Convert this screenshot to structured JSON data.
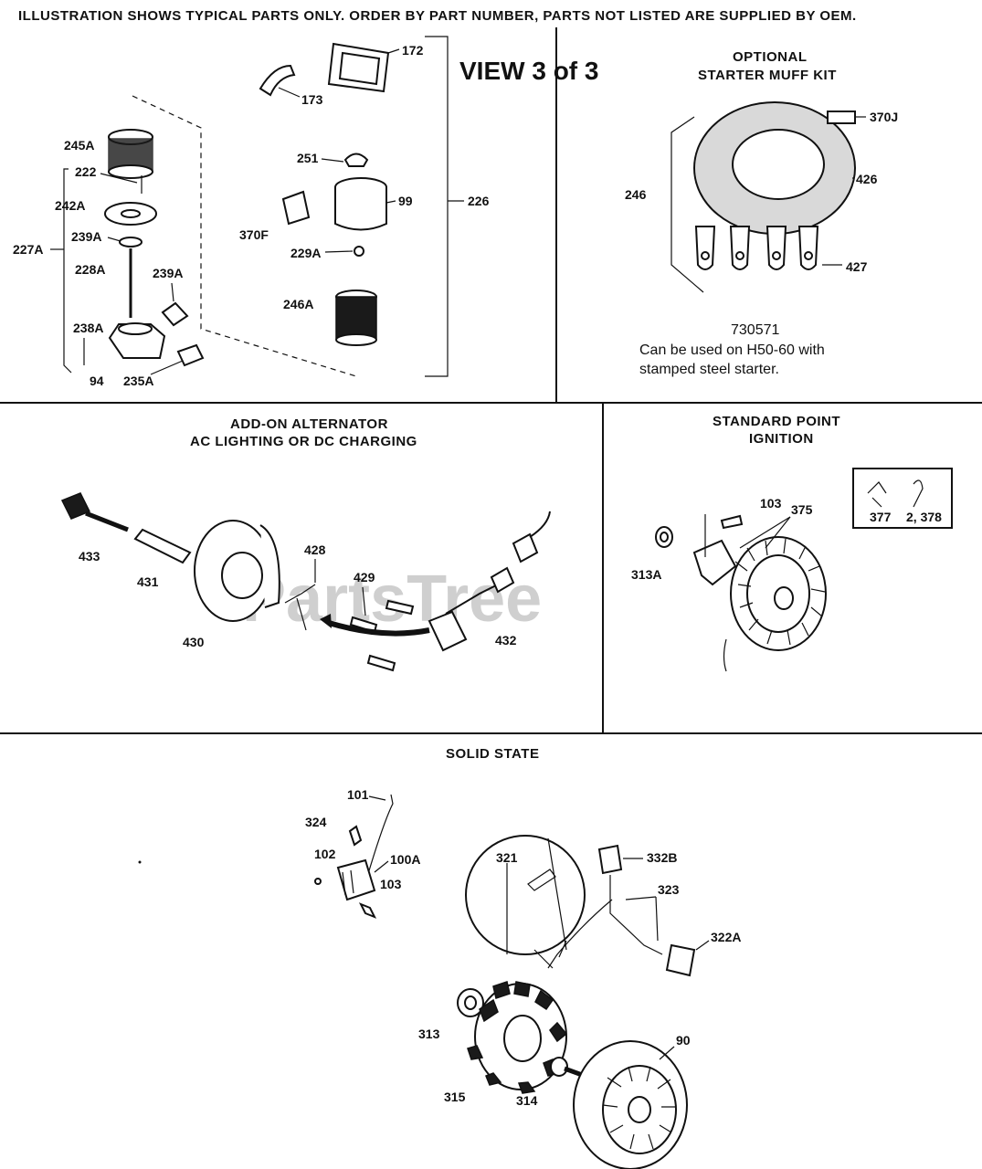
{
  "header_note": "ILLUSTRATION SHOWS TYPICAL PARTS ONLY. ORDER BY PART NUMBER, PARTS NOT LISTED ARE SUPPLIED BY OEM.",
  "view_title": "VIEW 3 of 3",
  "watermark": "PartsTree",
  "sections": {
    "starter_muff": {
      "title_line1": "OPTIONAL",
      "title_line2": "STARTER MUFF KIT",
      "kit_number": "730571",
      "note_line1": "Can be used on H50-60 with",
      "note_line2": "stamped steel starter."
    },
    "alternator": {
      "title_line1": "ADD-ON ALTERNATOR",
      "title_line2": "AC LIGHTING OR DC CHARGING"
    },
    "point_ignition": {
      "title_line1": "STANDARD POINT",
      "title_line2": "IGNITION"
    },
    "solid_state": {
      "title": "SOLID STATE"
    }
  },
  "labels": {
    "p172": "172",
    "p173": "173",
    "p245A": "245A",
    "p222": "222",
    "p242A": "242A",
    "p239A_1": "239A",
    "p227A": "227A",
    "p228A": "228A",
    "p239A_2": "239A",
    "p238A": "238A",
    "p94": "94",
    "p235A": "235A",
    "p251": "251",
    "p99": "99",
    "p226": "226",
    "p370F": "370F",
    "p229A": "229A",
    "p246A": "246A",
    "p370J": "370J",
    "p426": "426",
    "p246": "246",
    "p427": "427",
    "p433": "433",
    "p431": "431",
    "p430": "430",
    "p428": "428",
    "p429": "429",
    "p432": "432",
    "p103a": "103",
    "p375": "375",
    "p313A": "313A",
    "p377": "377",
    "p378": "2, 378",
    "p101": "101",
    "p324": "324",
    "p102": "102",
    "p100A": "100A",
    "p103b": "103",
    "p321": "321",
    "p332B": "332B",
    "p323": "323",
    "p322A": "322A",
    "p313": "313",
    "p90": "90",
    "p315": "315",
    "p314": "314"
  }
}
